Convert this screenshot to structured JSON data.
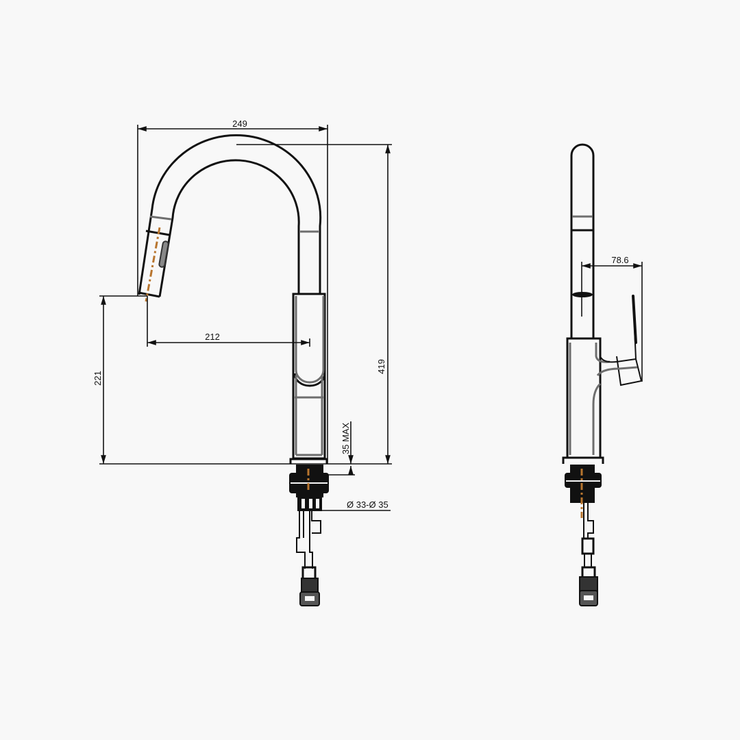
{
  "title": "Pull-down kitchen faucet technical drawing",
  "colors": {
    "line": "#111111",
    "secondary": "#6e6e6e",
    "centerline": "#b8752e",
    "background": "#f8f8f8"
  },
  "front_view": {
    "dim_width": "249",
    "dim_reach": "212",
    "dim_spout_height": "221",
    "dim_total_height": "419",
    "dim_deck_thickness": "35 MAX",
    "dim_hole_diameter": "Ø 33-Ø 35"
  },
  "side_view": {
    "dim_lever_offset": "78.6"
  }
}
